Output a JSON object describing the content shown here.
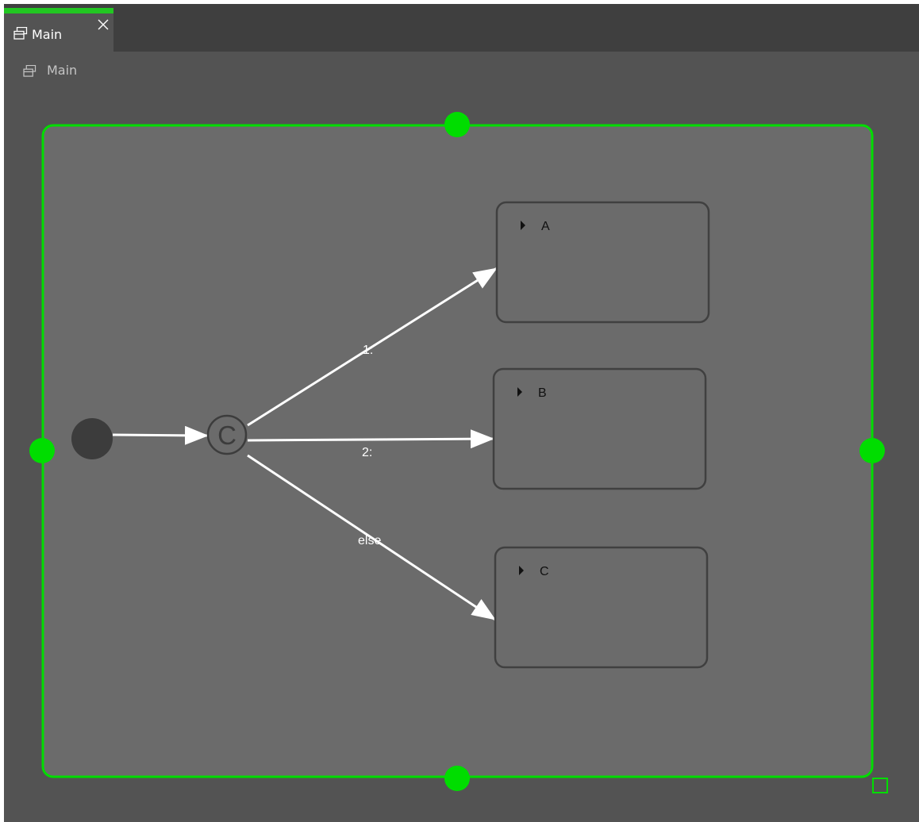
{
  "tab": {
    "label": "Main",
    "icon": "state-machine-icon",
    "close_icon": "close-icon",
    "accent_color": "#22c722"
  },
  "breadcrumb": {
    "label": "Main",
    "icon": "state-machine-icon"
  },
  "diagram": {
    "colors": {
      "canvas": "#535353",
      "container_fill": "#6b6b6b",
      "selection": "#00dd00",
      "state_border": "#404040",
      "transition": "#ffffff",
      "initial_node": "#3c3c3c"
    },
    "states": [
      {
        "id": "A",
        "name": "A"
      },
      {
        "id": "B",
        "name": "B"
      },
      {
        "id": "C",
        "name": "C"
      }
    ],
    "choice": {
      "symbol": "C"
    },
    "transitions": [
      {
        "from": "initial",
        "to": "choice",
        "label": ""
      },
      {
        "from": "choice",
        "to": "A",
        "label": "1:"
      },
      {
        "from": "choice",
        "to": "B",
        "label": "2:"
      },
      {
        "from": "choice",
        "to": "C",
        "label": "else"
      }
    ]
  }
}
